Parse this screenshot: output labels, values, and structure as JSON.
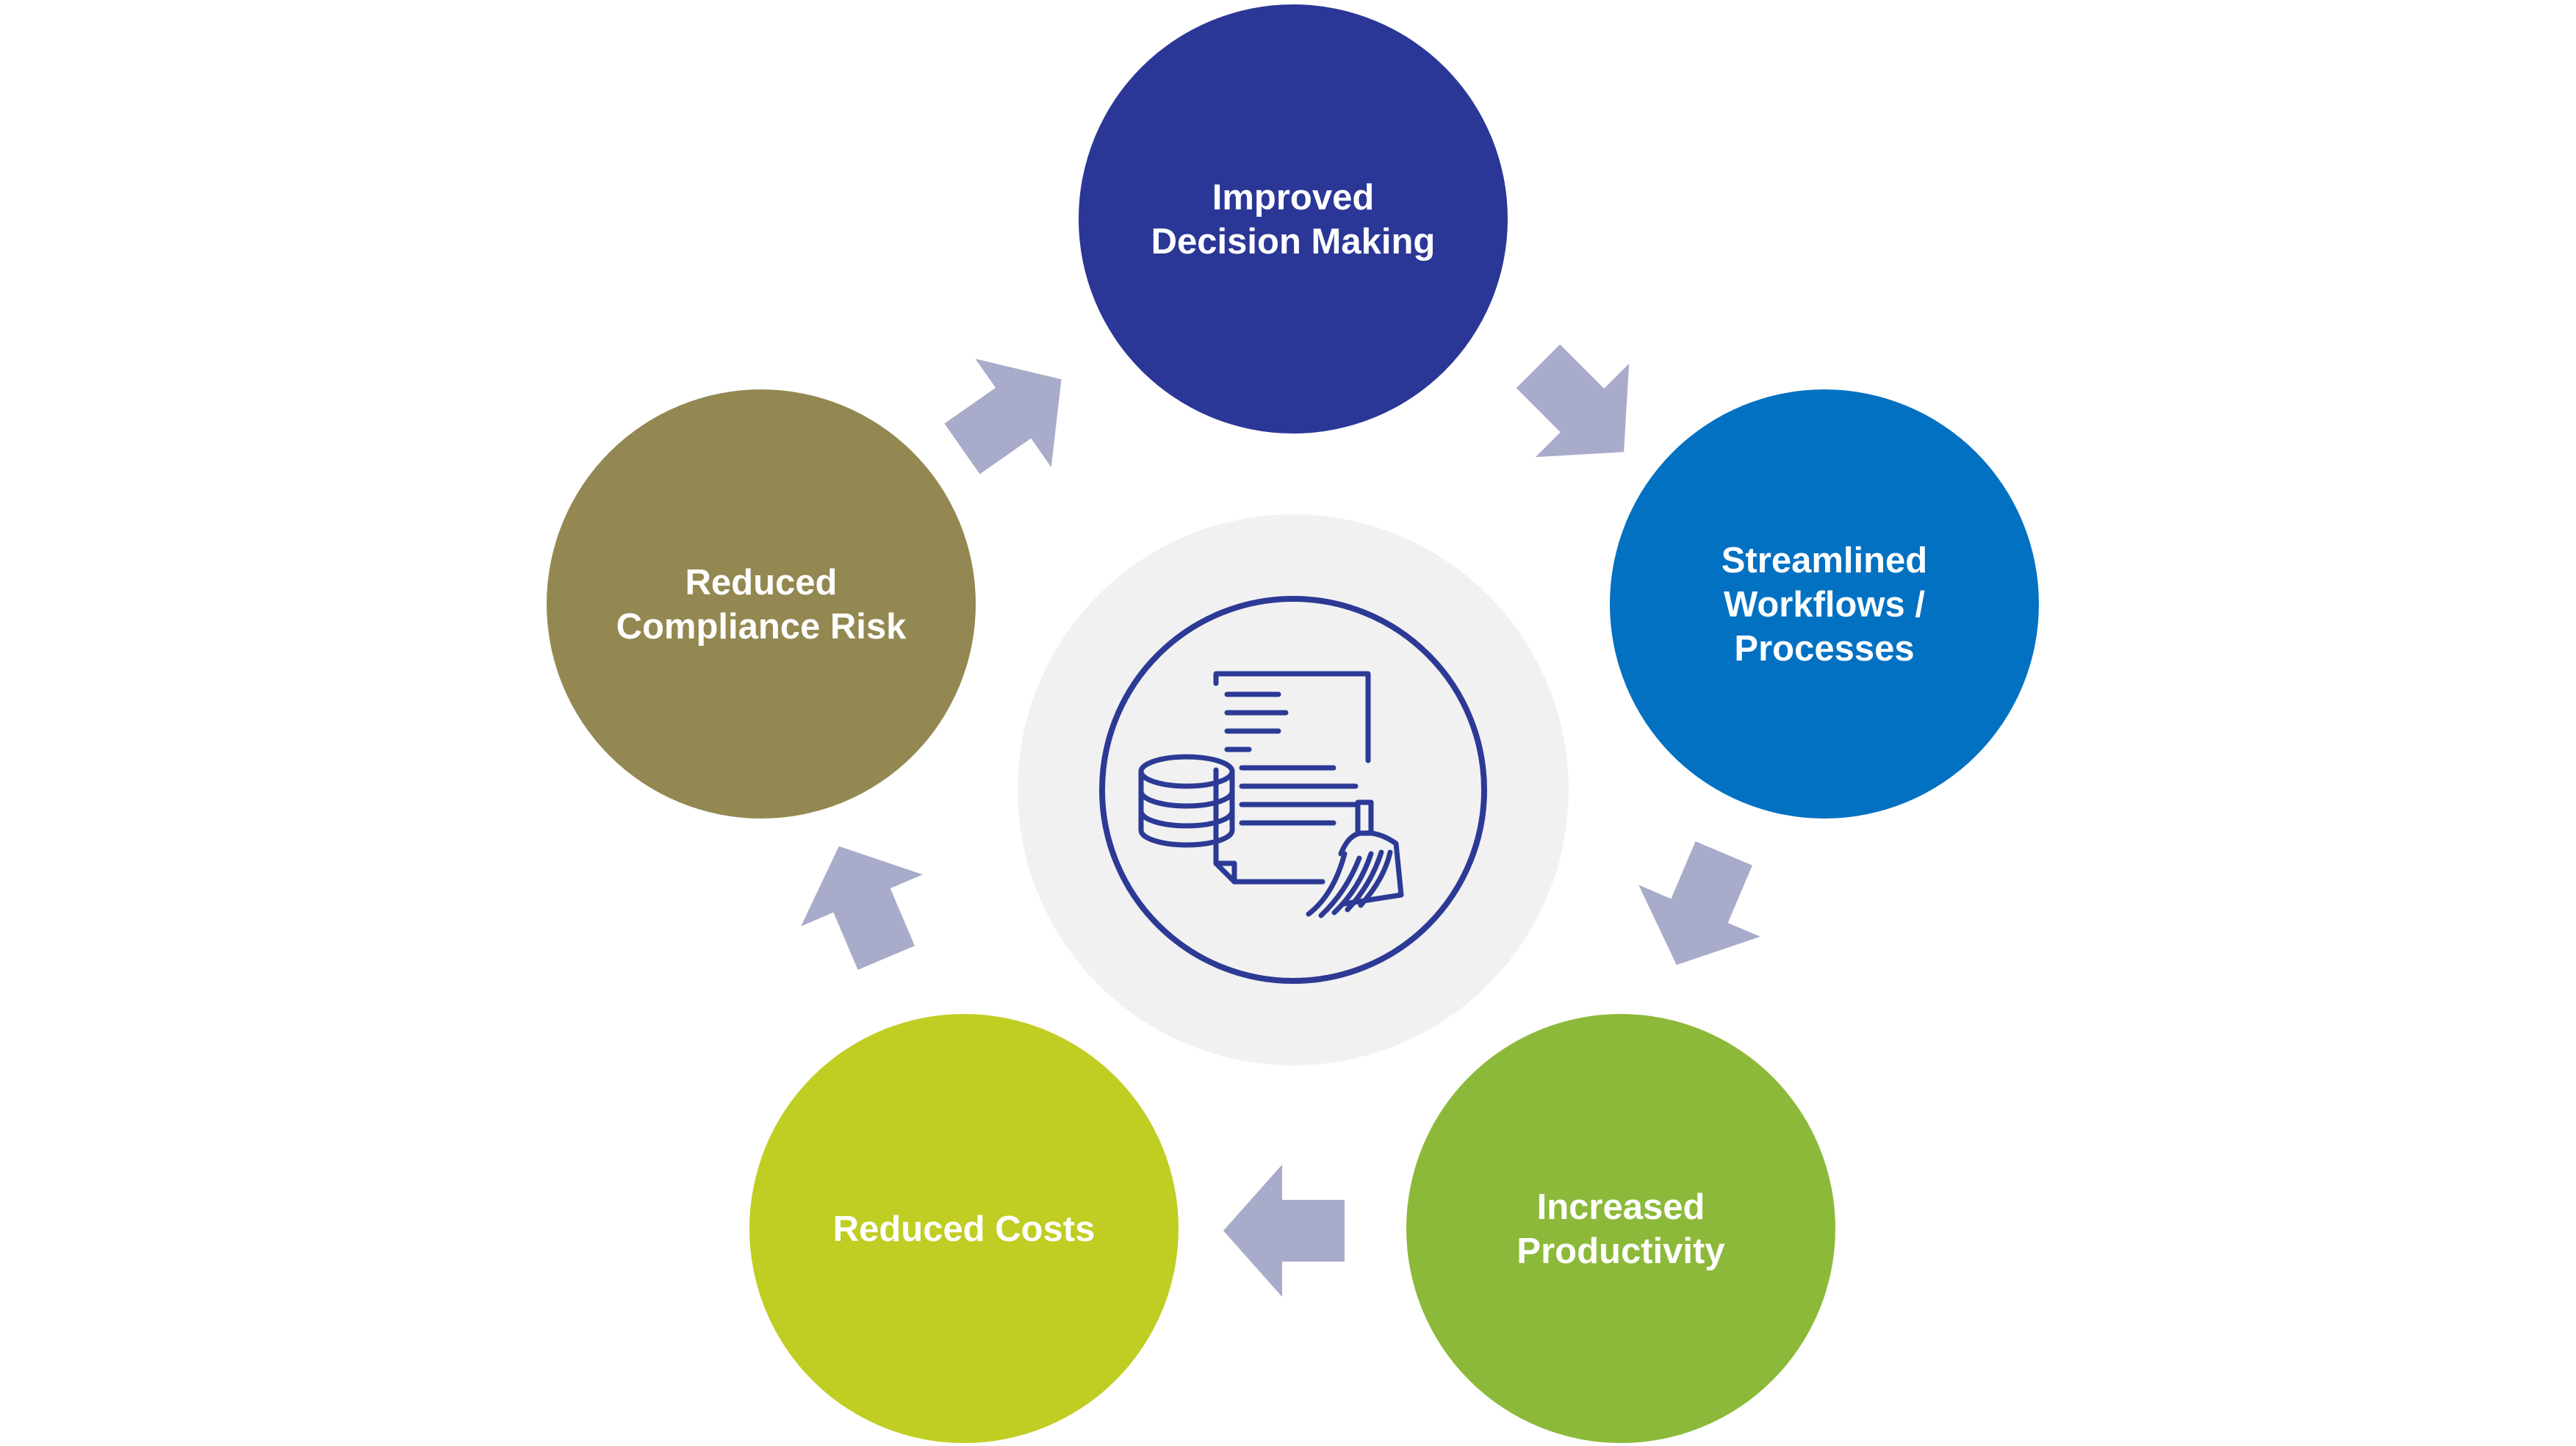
{
  "diagram": {
    "center_icon": "data-cleansing-icon",
    "colors": {
      "arrow": "#A9ABCA",
      "center_disc": "#F1F1F2",
      "icon_stroke": "#2C3A95"
    },
    "nodes": [
      {
        "id": "improved-decision-making",
        "lines": [
          "Improved",
          "Decision Making"
        ],
        "color": "#2B3796"
      },
      {
        "id": "streamlined-workflows",
        "lines": [
          "Streamlined",
          "Workflows /",
          "Processes"
        ],
        "color": "#0271C2"
      },
      {
        "id": "increased-productivity",
        "lines": [
          "Increased",
          "Productivity"
        ],
        "color": "#8DB93B"
      },
      {
        "id": "reduced-costs",
        "lines": [
          "Reduced Costs"
        ],
        "color": "#C0CD22"
      },
      {
        "id": "reduced-compliance-risk",
        "lines": [
          "Reduced",
          "Compliance Risk"
        ],
        "color": "#938851"
      }
    ]
  }
}
